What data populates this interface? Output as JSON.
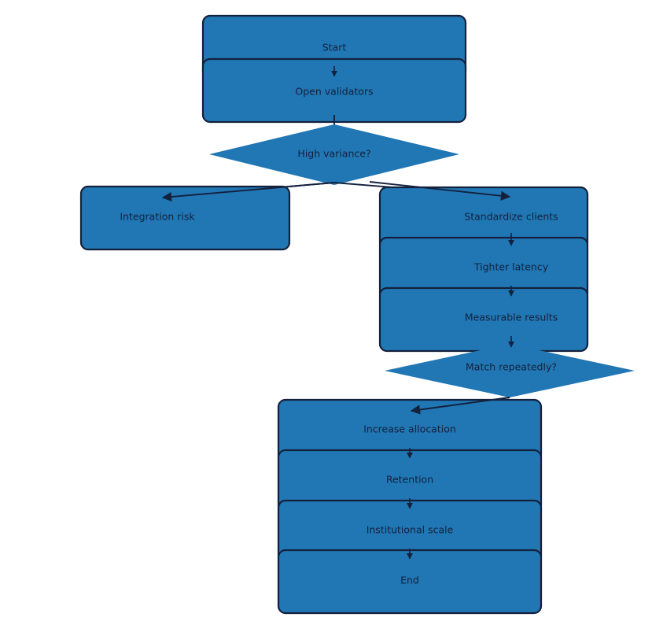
{
  "diagram": {
    "type": "flowchart",
    "title": "",
    "background_color": "#ffffff",
    "node_fill_color": "#2077b4",
    "node_border_color": "#14213d",
    "text_color": "#14213d",
    "edge_color": "#14213d",
    "nodes": [
      {
        "id": "start",
        "label": "Start",
        "shape": "rounded-rect"
      },
      {
        "id": "open",
        "label": "Open validators",
        "shape": "rounded-rect"
      },
      {
        "id": "variance",
        "label": "High variance?",
        "shape": "diamond"
      },
      {
        "id": "integration",
        "label": "Integration risk",
        "shape": "rounded-rect"
      },
      {
        "id": "standardize",
        "label": "Standardize clients",
        "shape": "rounded-rect"
      },
      {
        "id": "latency",
        "label": "Tighter latency",
        "shape": "rounded-rect"
      },
      {
        "id": "measurable",
        "label": "Measurable results",
        "shape": "rounded-rect"
      },
      {
        "id": "match",
        "label": "Match repeatedly?",
        "shape": "diamond"
      },
      {
        "id": "increase",
        "label": "Increase allocation",
        "shape": "rounded-rect"
      },
      {
        "id": "retention",
        "label": "Retention",
        "shape": "rounded-rect"
      },
      {
        "id": "scale",
        "label": "Institutional scale",
        "shape": "rounded-rect"
      },
      {
        "id": "end",
        "label": "End",
        "shape": "rounded-rect"
      }
    ],
    "edges": [
      {
        "from": "start",
        "to": "open",
        "label": ""
      },
      {
        "from": "open",
        "to": "variance",
        "label": ""
      },
      {
        "from": "variance",
        "to": "integration",
        "label": ""
      },
      {
        "from": "variance",
        "to": "standardize",
        "label": ""
      },
      {
        "from": "standardize",
        "to": "latency",
        "label": ""
      },
      {
        "from": "latency",
        "to": "measurable",
        "label": ""
      },
      {
        "from": "measurable",
        "to": "match",
        "label": ""
      },
      {
        "from": "match",
        "to": "increase",
        "label": ""
      },
      {
        "from": "increase",
        "to": "retention",
        "label": ""
      },
      {
        "from": "retention",
        "to": "scale",
        "label": ""
      },
      {
        "from": "scale",
        "to": "end",
        "label": ""
      }
    ]
  }
}
